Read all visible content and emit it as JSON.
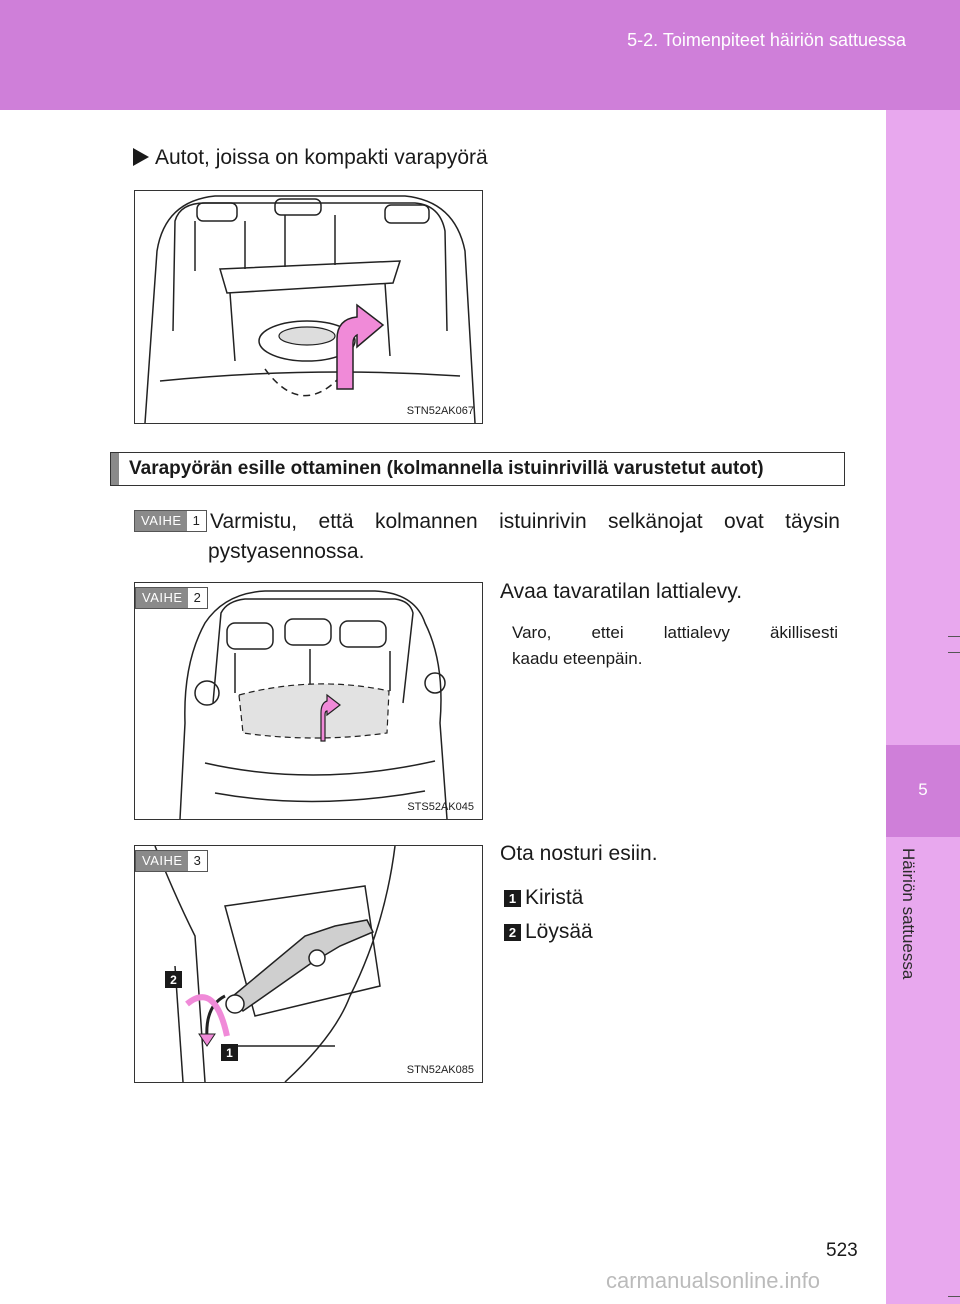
{
  "header": {
    "title": "5-2. Toimenpiteet häiriön sattuessa"
  },
  "chapter": {
    "number": "5",
    "label": "Häiriön sattuessa"
  },
  "intro": {
    "bullet": "Autot, joissa on kompakti varapyörä"
  },
  "figures": {
    "fig1": {
      "code": "STN52AK067"
    },
    "fig2": {
      "code": "STS52AK045"
    },
    "fig3": {
      "code": "STN52AK085"
    }
  },
  "section": {
    "title": "Varapyörän esille ottaminen (kolmannella istuinrivillä varustetut autot)"
  },
  "steps": [
    {
      "word": "VAIHE",
      "num": "1",
      "text_line1": "Varmistu, että kolmannen istuinrivin selkänojat ovat täysin",
      "text_line2": "pystyasennossa."
    },
    {
      "word": "VAIHE",
      "num": "2",
      "text": "Avaa tavaratilan lattialevy.",
      "note_line1": "Varo, ettei lattialevy äkillisesti",
      "note_line2": "kaadu eteenpäin."
    },
    {
      "word": "VAIHE",
      "num": "3",
      "text": "Ota nosturi esiin.",
      "items": [
        {
          "num": "1",
          "label": "Kiristä"
        },
        {
          "num": "2",
          "label": "Löysää"
        }
      ]
    }
  ],
  "page_number": "523",
  "watermark": "carmanualsonline.info",
  "colors": {
    "header": "#cf7fd9",
    "sidebar": "#e8a8ee",
    "arrow": "#f08ad8"
  }
}
